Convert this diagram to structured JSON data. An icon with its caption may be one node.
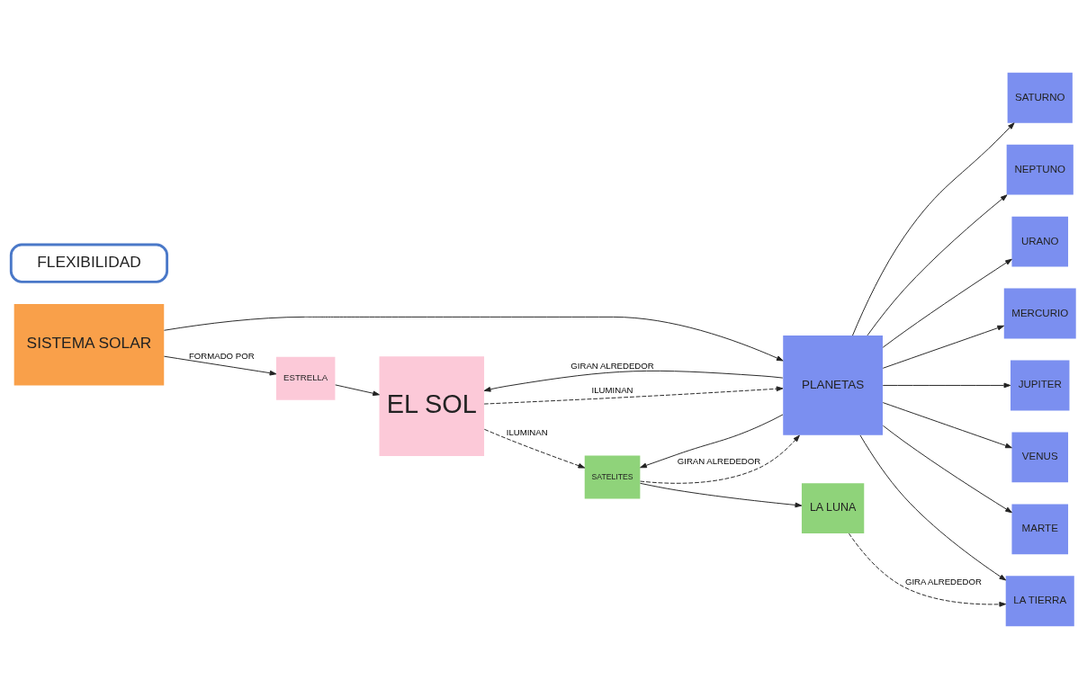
{
  "diagram": {
    "nodes": [
      {
        "text": [
          "SISTEMA SOLAR"
        ]
      },
      {
        "text": [
          "ESTRELLA"
        ]
      },
      {
        "text": [
          "EL SOL"
        ]
      },
      {
        "text": [
          "FLEXIBILIDAD"
        ]
      },
      {
        "text": [
          "SATELITES"
        ]
      },
      {
        "text": [
          "PLANETAS"
        ]
      },
      {
        "text": [
          "LA LUNA"
        ]
      },
      {
        "text": [
          "LA TIERRA"
        ]
      },
      {
        "text": [
          "URANO"
        ]
      },
      {
        "text": [
          "MERCURIO"
        ]
      },
      {
        "text": [
          "JUPITER"
        ]
      },
      {
        "text": [
          "VENUS"
        ]
      },
      {
        "text": [
          "MARTE"
        ]
      },
      {
        "text": [
          "SATURNO"
        ]
      },
      {
        "text": [
          "NEPTUNO"
        ]
      }
    ],
    "edges": [
      {
        "from": 0,
        "to": 1,
        "arrow": "to",
        "label": "FORMADO POR"
      },
      {
        "from": 0,
        "to": 5,
        "arrow": "to"
      },
      {
        "from": 1,
        "to": 2,
        "arrow": "to"
      },
      {
        "from": 2,
        "to": 4,
        "arrow": "to",
        "style": "dashed",
        "label": "ILUMINAN"
      },
      {
        "from": 2,
        "to": 5,
        "arrow": "to",
        "style": "dashed",
        "label": "ILUMINAN"
      },
      {
        "from": 5,
        "to": 2,
        "arrow": "to",
        "label": "GIRAN ALREDEDOR"
      },
      {
        "from": 5,
        "to": 4,
        "arrow": "to"
      },
      {
        "from": 4,
        "to": 6,
        "arrow": "to"
      },
      {
        "from": 4,
        "to": 5,
        "arrow": "to",
        "style": "dashed",
        "label": "GIRAN ALREDEDOR"
      },
      {
        "from": 6,
        "to": 7,
        "arrow": "to",
        "style": "dashed",
        "label": "GIRA ALREDEDOR"
      },
      {
        "from": 5,
        "to": 7,
        "arrow": "to"
      },
      {
        "from": 5,
        "to": 9,
        "arrow": "to"
      },
      {
        "from": 5,
        "to": 12,
        "arrow": "to"
      },
      {
        "from": 5,
        "to": 8,
        "arrow": "to"
      },
      {
        "from": 5,
        "to": 11,
        "arrow": "to"
      },
      {
        "from": 5,
        "to": 10,
        "arrow": "to"
      },
      {
        "from": 5,
        "to": 13,
        "arrow": "to"
      },
      {
        "from": 5,
        "to": 14,
        "arrow": "to"
      }
    ]
  }
}
